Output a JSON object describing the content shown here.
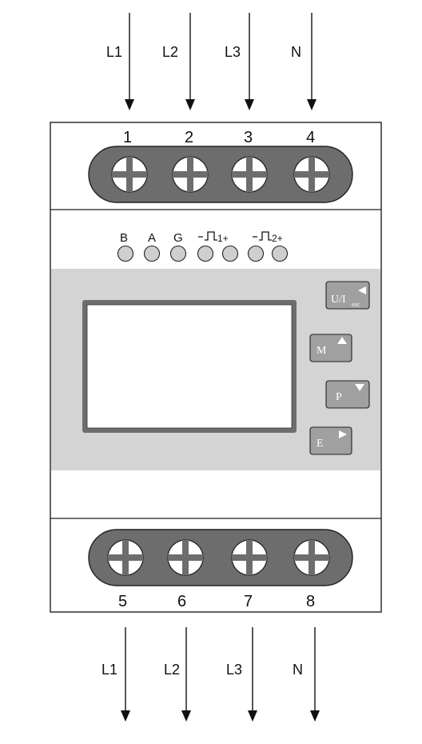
{
  "top_wires": [
    {
      "label": "L1"
    },
    {
      "label": "L2"
    },
    {
      "label": "L3"
    },
    {
      "label": "N"
    }
  ],
  "bottom_wires": [
    {
      "label": "L1"
    },
    {
      "label": "L2"
    },
    {
      "label": "L3"
    },
    {
      "label": "N"
    }
  ],
  "top_terminals": [
    "1",
    "2",
    "3",
    "4"
  ],
  "bottom_terminals": [
    "5",
    "6",
    "7",
    "8"
  ],
  "indicator_labels": [
    "B",
    "A",
    "G",
    "1+",
    "2+"
  ],
  "buttons": {
    "ui": {
      "main": "U/I",
      "sub": "esc"
    },
    "m": "M",
    "p": "P",
    "e": "E"
  },
  "colors": {
    "terminal_bar": "#6d6d6d",
    "panel": "#d4d4d4",
    "button": "#a0a0a0",
    "led": "#cfcfcf",
    "outline": "#222222"
  }
}
